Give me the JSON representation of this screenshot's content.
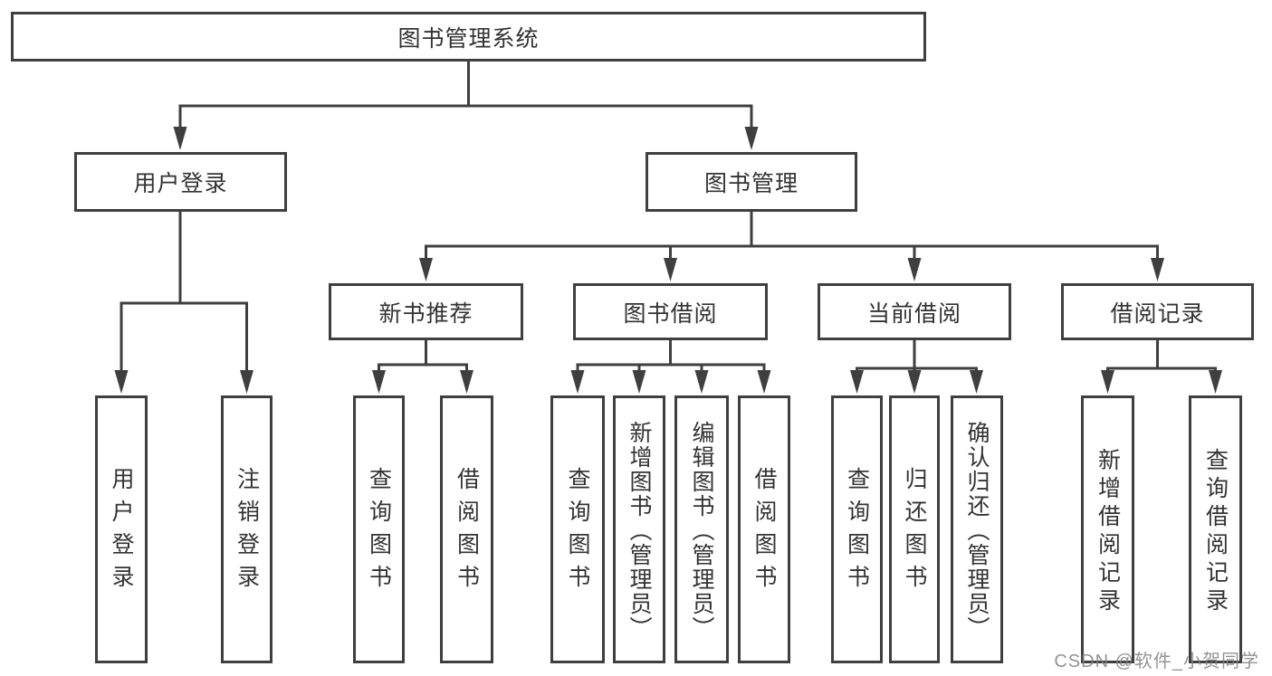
{
  "diagram": {
    "watermark": "CSDN @软件_小贺同学",
    "colors": {
      "line": "#3f3f3f",
      "box_border": "#3f3f3f",
      "text": "#333333",
      "background": "#ffffff",
      "watermark": "#808080"
    },
    "tree": {
      "label": "图书管理系统",
      "children": [
        {
          "label": "用户登录",
          "children": [
            {
              "label": "用户登录"
            },
            {
              "label": "注销登录"
            }
          ]
        },
        {
          "label": "图书管理",
          "children": [
            {
              "label": "新书推荐",
              "children": [
                {
                  "label": "查询图书"
                },
                {
                  "label": "借阅图书"
                }
              ]
            },
            {
              "label": "图书借阅",
              "children": [
                {
                  "label": "查询图书"
                },
                {
                  "label": "新增图书（管理员）"
                },
                {
                  "label": "编辑图书（管理员）"
                },
                {
                  "label": "借阅图书"
                }
              ]
            },
            {
              "label": "当前借阅",
              "children": [
                {
                  "label": "查询图书"
                },
                {
                  "label": "归还图书"
                },
                {
                  "label": "确认归还（管理员）"
                }
              ]
            },
            {
              "label": "借阅记录",
              "children": [
                {
                  "label": "新增借阅记录"
                },
                {
                  "label": "查询借阅记录"
                }
              ]
            }
          ]
        }
      ]
    }
  }
}
